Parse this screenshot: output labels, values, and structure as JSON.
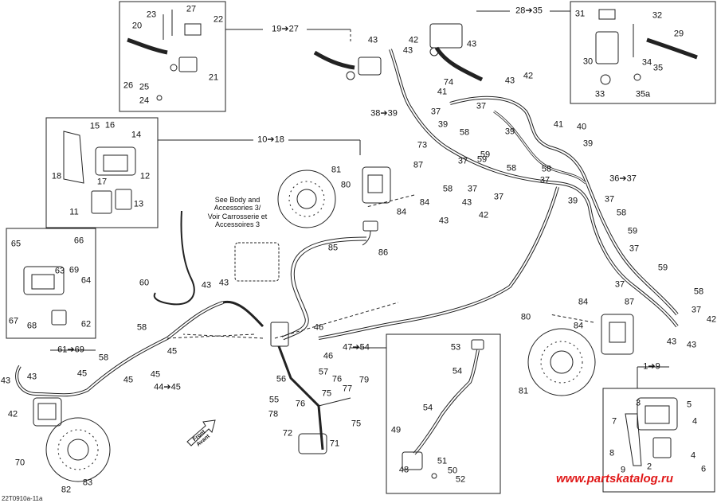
{
  "callouts": [
    {
      "id": "c1",
      "text": "23"
    },
    {
      "id": "c2",
      "text": "27"
    },
    {
      "id": "c3",
      "text": "22"
    },
    {
      "id": "c4",
      "text": "20"
    },
    {
      "id": "c5",
      "text": "26"
    },
    {
      "id": "c6",
      "text": "25"
    },
    {
      "id": "c7",
      "text": "21"
    },
    {
      "id": "c8",
      "text": "24"
    },
    {
      "id": "c9",
      "text": "19➔27"
    },
    {
      "id": "c10",
      "text": "43"
    },
    {
      "id": "c11",
      "text": "42"
    },
    {
      "id": "c12",
      "text": "43"
    },
    {
      "id": "c13",
      "text": "43"
    },
    {
      "id": "c14",
      "text": "28➔35"
    },
    {
      "id": "c15",
      "text": "31"
    },
    {
      "id": "c16",
      "text": "32"
    },
    {
      "id": "c17",
      "text": "29"
    },
    {
      "id": "c18",
      "text": "30"
    },
    {
      "id": "c19",
      "text": "34"
    },
    {
      "id": "c20",
      "text": "35"
    },
    {
      "id": "c21",
      "text": "33"
    },
    {
      "id": "c22",
      "text": "35a"
    },
    {
      "id": "c23",
      "text": "74"
    },
    {
      "id": "c24",
      "text": "41"
    },
    {
      "id": "c25",
      "text": "43"
    },
    {
      "id": "c26",
      "text": "42"
    },
    {
      "id": "c27",
      "text": "37"
    },
    {
      "id": "c28",
      "text": "37"
    },
    {
      "id": "c29",
      "text": "38➔39"
    },
    {
      "id": "c30",
      "text": "39"
    },
    {
      "id": "c31",
      "text": "58"
    },
    {
      "id": "c32",
      "text": "39"
    },
    {
      "id": "c33",
      "text": "41"
    },
    {
      "id": "c34",
      "text": "40"
    },
    {
      "id": "c35",
      "text": "39"
    },
    {
      "id": "c36",
      "text": "73"
    },
    {
      "id": "c37",
      "text": "59"
    },
    {
      "id": "c38",
      "text": "59"
    },
    {
      "id": "c39",
      "text": "58"
    },
    {
      "id": "c40",
      "text": "58"
    },
    {
      "id": "c41",
      "text": "37"
    },
    {
      "id": "c42",
      "text": "36➔37"
    },
    {
      "id": "c43",
      "text": "15"
    },
    {
      "id": "c44",
      "text": "16"
    },
    {
      "id": "c45",
      "text": "14"
    },
    {
      "id": "c46",
      "text": "10➔18"
    },
    {
      "id": "c47",
      "text": "18"
    },
    {
      "id": "c48",
      "text": "17"
    },
    {
      "id": "c49",
      "text": "12"
    },
    {
      "id": "c50",
      "text": "11"
    },
    {
      "id": "c51",
      "text": "13"
    },
    {
      "id": "c52",
      "text": "81"
    },
    {
      "id": "c53",
      "text": "80"
    },
    {
      "id": "c54",
      "text": "87"
    },
    {
      "id": "c55",
      "text": "37"
    },
    {
      "id": "c56",
      "text": "58"
    },
    {
      "id": "c57",
      "text": "37"
    },
    {
      "id": "c58",
      "text": "84"
    },
    {
      "id": "c59",
      "text": "43"
    },
    {
      "id": "c60",
      "text": "43"
    },
    {
      "id": "c61",
      "text": "42"
    },
    {
      "id": "c62",
      "text": "84"
    },
    {
      "id": "c63",
      "text": "37"
    },
    {
      "id": "c64",
      "text": "39"
    },
    {
      "id": "c65",
      "text": "37"
    },
    {
      "id": "c66",
      "text": "58"
    },
    {
      "id": "c67",
      "text": "59"
    },
    {
      "id": "c68",
      "text": "37"
    },
    {
      "id": "c69",
      "text": "59"
    },
    {
      "id": "c70",
      "text": "37"
    },
    {
      "id": "c71",
      "text": "58"
    },
    {
      "id": "c72",
      "text": "37"
    },
    {
      "id": "c73",
      "text": "42"
    },
    {
      "id": "c74",
      "text": "43"
    },
    {
      "id": "c75",
      "text": "43"
    },
    {
      "id": "c76",
      "text": "87"
    },
    {
      "id": "c77",
      "text": "84"
    },
    {
      "id": "c78",
      "text": "84"
    },
    {
      "id": "c79",
      "text": "80"
    },
    {
      "id": "c80",
      "text": "81"
    },
    {
      "id": "c81",
      "text": "1➔9"
    },
    {
      "id": "c82",
      "text": "3"
    },
    {
      "id": "c83",
      "text": "5"
    },
    {
      "id": "c84",
      "text": "7"
    },
    {
      "id": "c85",
      "text": "4"
    },
    {
      "id": "c86",
      "text": "8"
    },
    {
      "id": "c87",
      "text": "9"
    },
    {
      "id": "c88",
      "text": "2"
    },
    {
      "id": "c89",
      "text": "4"
    },
    {
      "id": "c90",
      "text": "6"
    },
    {
      "id": "c91",
      "text": "65"
    },
    {
      "id": "c92",
      "text": "66"
    },
    {
      "id": "c93",
      "text": "63"
    },
    {
      "id": "c94",
      "text": "69"
    },
    {
      "id": "c95",
      "text": "64"
    },
    {
      "id": "c96",
      "text": "67"
    },
    {
      "id": "c97",
      "text": "68"
    },
    {
      "id": "c98",
      "text": "62"
    },
    {
      "id": "c99",
      "text": "60"
    },
    {
      "id": "c100",
      "text": "43"
    },
    {
      "id": "c101",
      "text": "43"
    },
    {
      "id": "c102",
      "text": "58"
    },
    {
      "id": "c103",
      "text": "45"
    },
    {
      "id": "c104",
      "text": "58"
    },
    {
      "id": "c105",
      "text": "45"
    },
    {
      "id": "c106",
      "text": "45"
    },
    {
      "id": "c107",
      "text": "44➔45"
    },
    {
      "id": "c108",
      "text": "61➔69"
    },
    {
      "id": "c109",
      "text": "45"
    },
    {
      "id": "c110",
      "text": "43"
    },
    {
      "id": "c111",
      "text": "43"
    },
    {
      "id": "c112",
      "text": "42"
    },
    {
      "id": "c113",
      "text": "70"
    },
    {
      "id": "c114",
      "text": "82"
    },
    {
      "id": "c115",
      "text": "83"
    },
    {
      "id": "c116",
      "text": "85"
    },
    {
      "id": "c117",
      "text": "86"
    },
    {
      "id": "c118",
      "text": "46"
    },
    {
      "id": "c119",
      "text": "47➔54"
    },
    {
      "id": "c120",
      "text": "46"
    },
    {
      "id": "c121",
      "text": "56"
    },
    {
      "id": "c122",
      "text": "57"
    },
    {
      "id": "c123",
      "text": "76"
    },
    {
      "id": "c124",
      "text": "79"
    },
    {
      "id": "c125",
      "text": "77"
    },
    {
      "id": "c126",
      "text": "55"
    },
    {
      "id": "c127",
      "text": "75"
    },
    {
      "id": "c128",
      "text": "76"
    },
    {
      "id": "c129",
      "text": "78"
    },
    {
      "id": "c130",
      "text": "75"
    },
    {
      "id": "c131",
      "text": "72"
    },
    {
      "id": "c132",
      "text": "71"
    },
    {
      "id": "c133",
      "text": "53"
    },
    {
      "id": "c134",
      "text": "54"
    },
    {
      "id": "c135",
      "text": "54"
    },
    {
      "id": "c136",
      "text": "49"
    },
    {
      "id": "c137",
      "text": "51"
    },
    {
      "id": "c138",
      "text": "48"
    },
    {
      "id": "c139",
      "text": "50"
    },
    {
      "id": "c140",
      "text": "52"
    }
  ],
  "note_text": "See Body and\nAccessories 3/\nVoir Carrosserie et\nAccessoires 3",
  "front_label": "Front\nAvant",
  "watermark": "www.partskatalog.ru",
  "drawing_code": "22T0910a-11a",
  "colors": {
    "line": "#222222",
    "watermark": "#e01818",
    "background": "#ffffff"
  }
}
